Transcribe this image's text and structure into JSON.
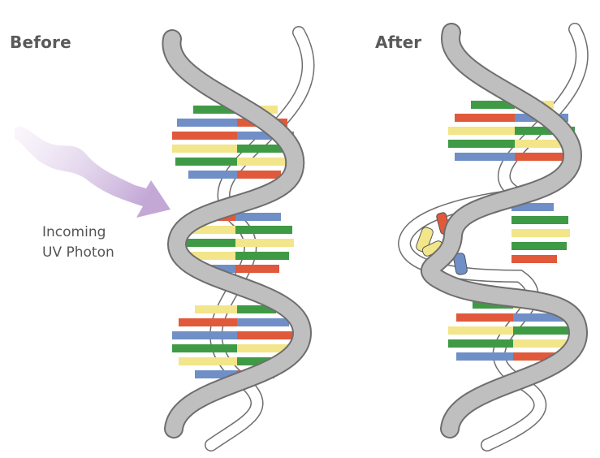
{
  "labels": {
    "before": "Before",
    "after": "After",
    "incoming_line1": "Incoming",
    "incoming_line2": "UV Photon"
  },
  "colors": {
    "backbone_fill": "#bfbfbf",
    "backbone_stroke": "#6e6e6e",
    "photon": "#c3a8d6",
    "base_red": "#e0593b",
    "base_yellow": "#f2e58a",
    "base_green": "#3f9a45",
    "base_blue": "#6f8fc6"
  },
  "icons": {
    "photon": "wavy-arrow-icon"
  }
}
